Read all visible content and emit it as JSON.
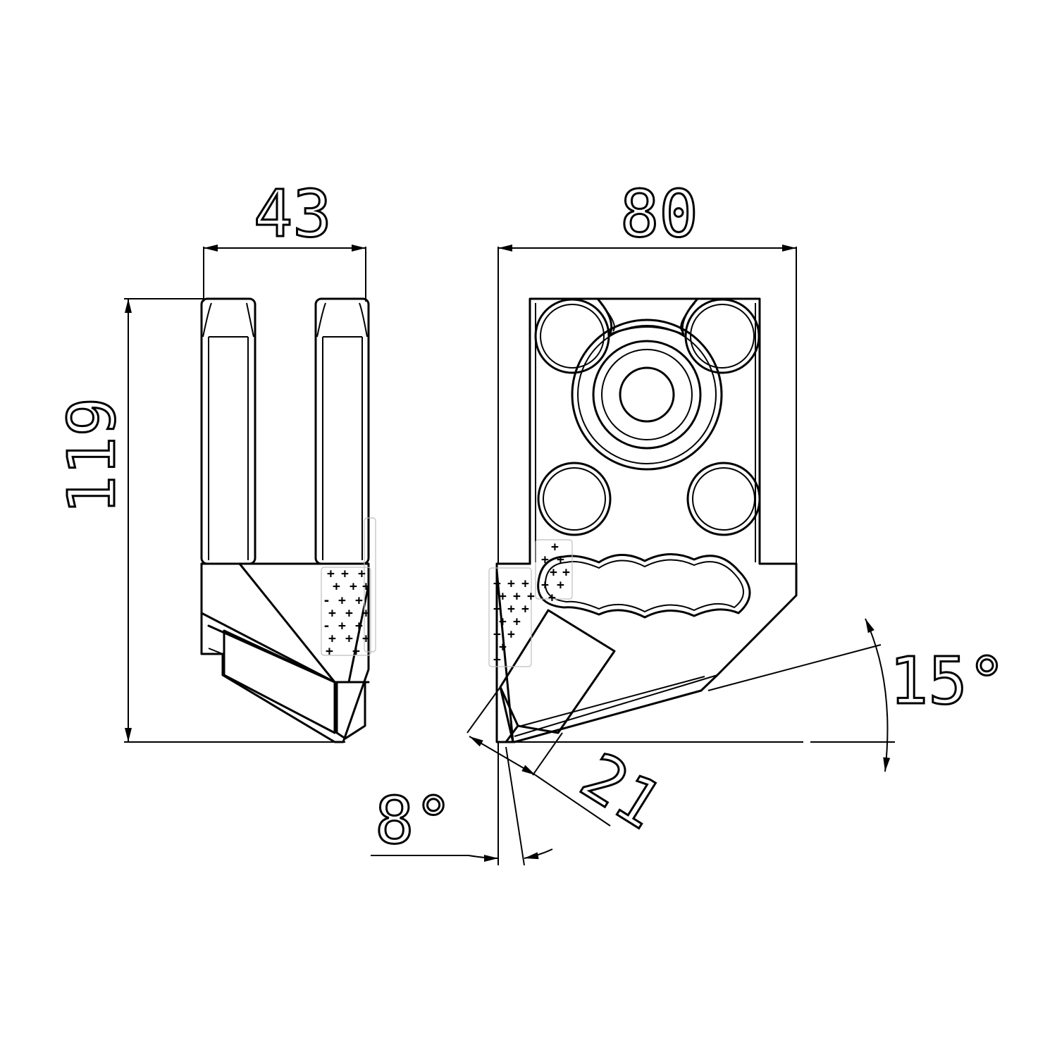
{
  "dimensions": {
    "width_side": "43",
    "width_front": "80",
    "height": "119",
    "edge_length": "21",
    "angle_top": "15°",
    "angle_bottom": "8°"
  }
}
